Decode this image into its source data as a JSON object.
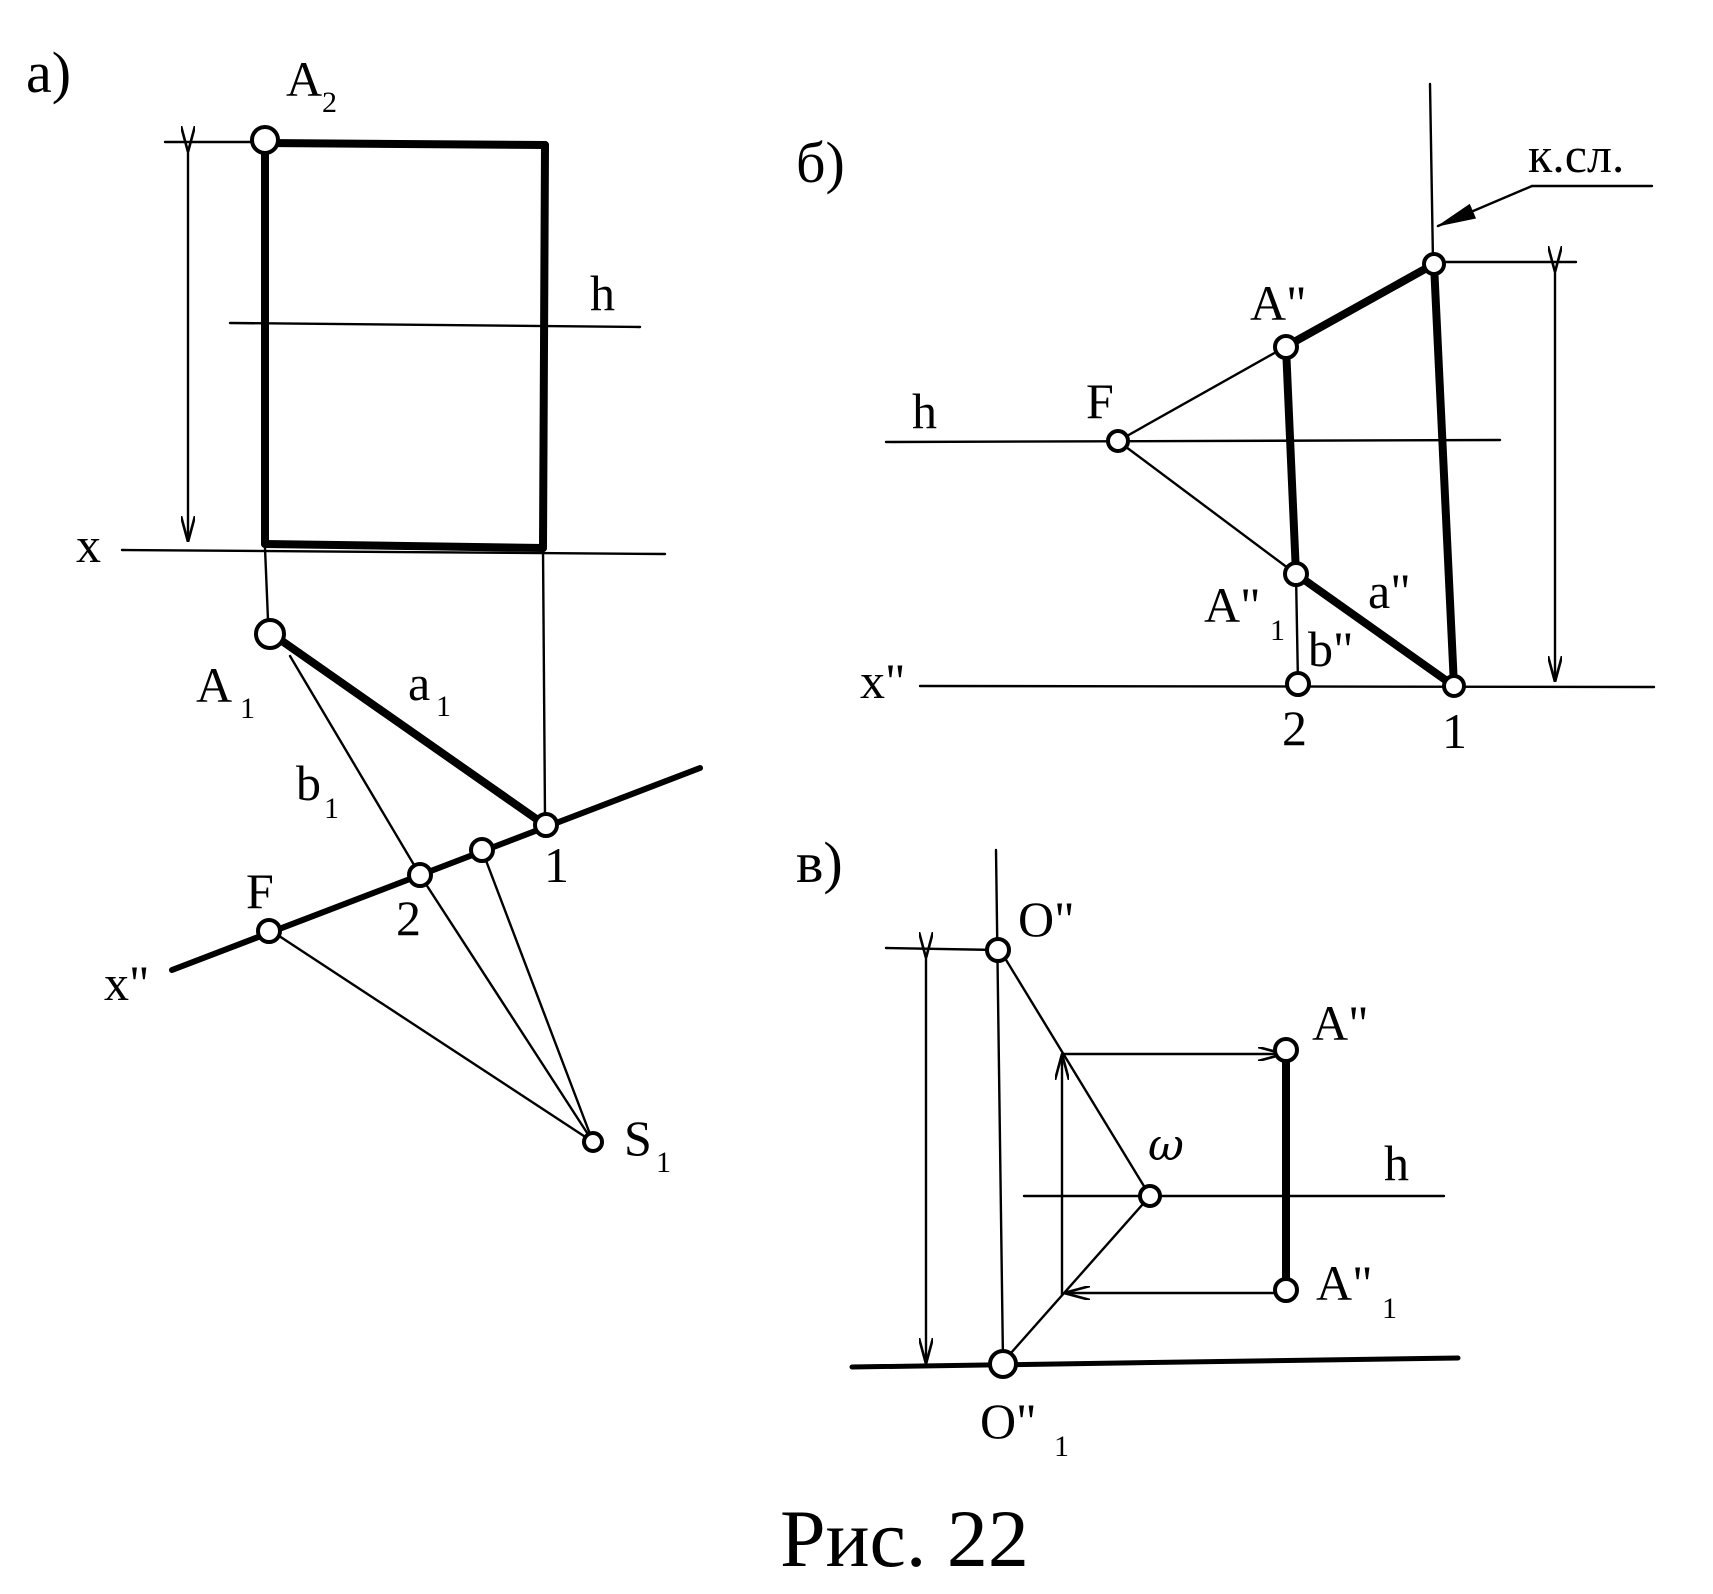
{
  "figure": {
    "caption": "Рис. 22",
    "panels": {
      "a": {
        "tag": "а)",
        "labels": {
          "A2": "A",
          "A2_sub": "2",
          "h": "h",
          "x": "x",
          "A1": "A",
          "A1_sub": "1",
          "a1": "a",
          "a1_sub": "1",
          "b1": "b",
          "b1_sub": "1",
          "F": "F",
          "p2": "2",
          "p1": "1",
          "xdd": "x\"",
          "S1": "S",
          "S1_sub": "1"
        }
      },
      "b": {
        "tag": "б)",
        "labels": {
          "ksl": "к.сл.",
          "A": "A\"",
          "F": "F",
          "h": "h",
          "A1": "A\"",
          "A1_sub": "1",
          "a": "a\"",
          "b": "b\"",
          "xdd": "x\"",
          "p2": "2",
          "p1": "1"
        }
      },
      "v": {
        "tag": "в)",
        "labels": {
          "O": "O\"",
          "A": "A\"",
          "omega": "ω",
          "h": "h",
          "A1": "A\"",
          "A1_sub": "1",
          "O1": "O\"",
          "O1_sub": "1"
        }
      }
    }
  }
}
